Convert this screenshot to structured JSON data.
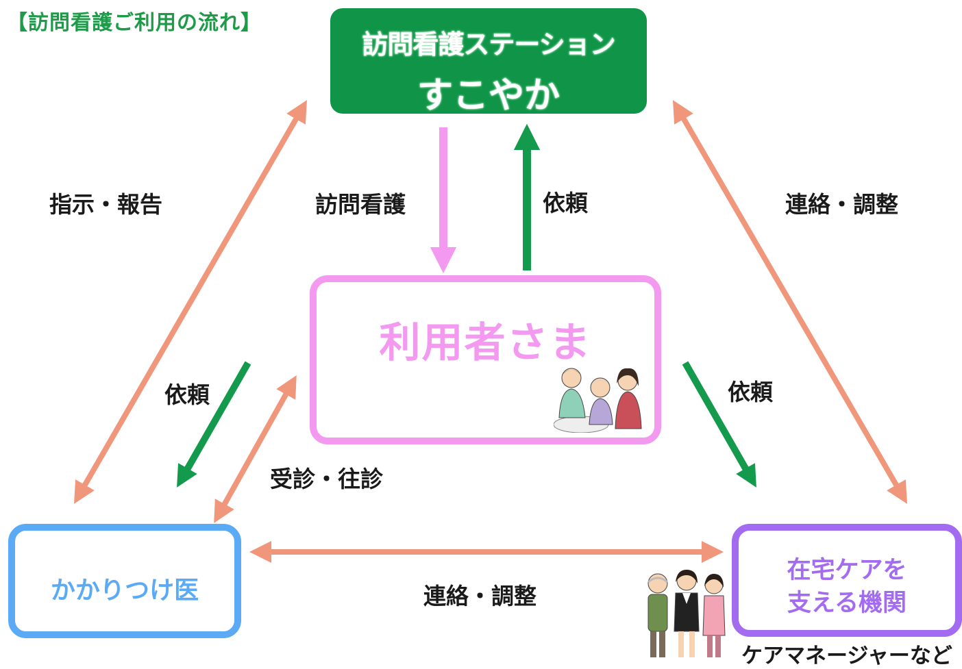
{
  "title": "【訪問看護ご利用の流れ】",
  "station": {
    "line1": "訪問看護ステーション",
    "line2": "すこやか"
  },
  "user_box": {
    "label": "利用者さま"
  },
  "doctor_box": {
    "label": "かかりつけ医"
  },
  "support_box": {
    "line1": "在宅ケアを",
    "line2": "支える機関"
  },
  "edge_labels": {
    "left_diagonal": "指示・報告",
    "station_down": "訪問看護",
    "station_up": "依頼",
    "right_diagonal": "連絡・調整",
    "user_to_doctor": "依頼",
    "user_to_support": "依頼",
    "doctor_user": "受診・往診",
    "bottom": "連絡・調整"
  },
  "support_caption": "ケアマネージャーなど",
  "colors": {
    "title": "#1e9a48",
    "station_fill": "#109548",
    "user_border": "#f39af0",
    "doctor_border": "#5aaaf5",
    "support_border": "#a36cf0",
    "arrow_salmon": "#f0967a",
    "arrow_green": "#139a4c",
    "arrow_pink": "#f39af0"
  },
  "illustrations": [
    "family-caregiver-illustration",
    "care-staff-group-illustration"
  ]
}
